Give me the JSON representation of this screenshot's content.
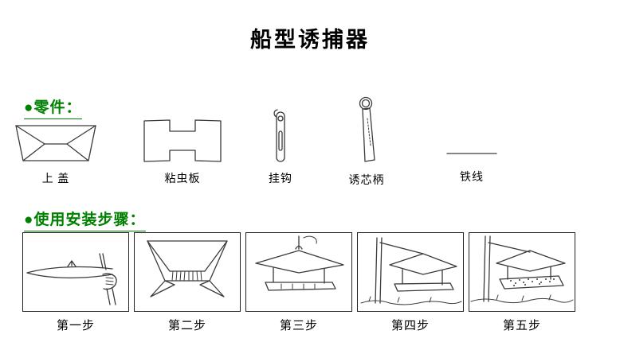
{
  "page": {
    "title": "船型诱捕器"
  },
  "parts": {
    "heading_bullet": "●",
    "heading_text": "零件：",
    "items": [
      {
        "label": "上 盖",
        "icon": "top-cover-illustration"
      },
      {
        "label": "粘虫板",
        "icon": "sticky-board-illustration"
      },
      {
        "label": "挂钩",
        "icon": "hook-illustration"
      },
      {
        "label": "诱芯柄",
        "icon": "lure-core-handle-illustration"
      },
      {
        "label": "铁线",
        "icon": "iron-wire-illustration"
      }
    ]
  },
  "steps": {
    "heading_bullet": "●",
    "heading_text": "使用安装步骤：",
    "items": [
      {
        "label": "第一步",
        "icon": "step-1-illustration"
      },
      {
        "label": "第二步",
        "icon": "step-2-illustration"
      },
      {
        "label": "第三步",
        "icon": "step-3-illustration"
      },
      {
        "label": "第四步",
        "icon": "step-4-illustration"
      },
      {
        "label": "第五步",
        "icon": "step-5-illustration"
      }
    ]
  },
  "colors": {
    "heading_green": "#008000",
    "line": "#3a3a3a"
  }
}
